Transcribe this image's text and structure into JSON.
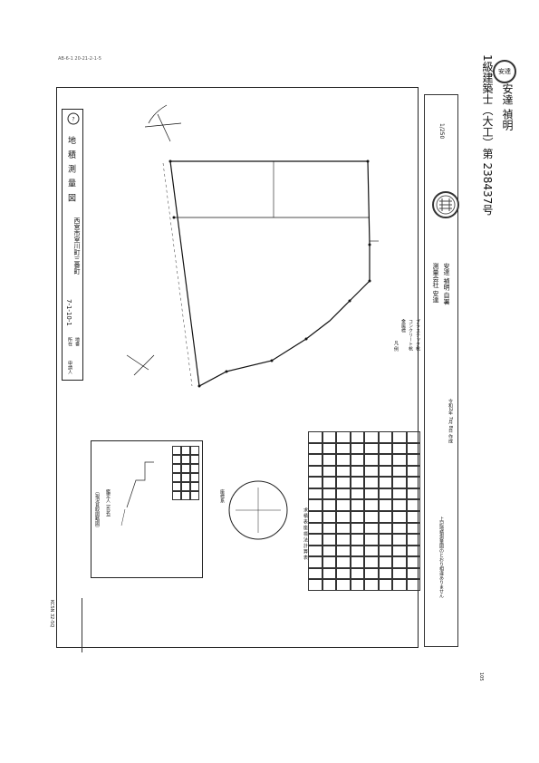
{
  "header": {
    "registration": "1級建築士（大工）第 238437号",
    "name": "安達 禎明",
    "stamp_text": "安達"
  },
  "top_left_note": "AB-6-1 20-21-2-1-5",
  "plan": {
    "title": "地 積 測 量 図",
    "scale": "1/250",
    "location_label": "所在",
    "location": "西宮市室川町三番町",
    "lot_label": "地番",
    "lot": "7-1-10-1",
    "surveyor_label": "申請人",
    "surveyor_company": "測量会社 安達",
    "surveyor_person": "安達 禎明 自署",
    "date": "令和2年 7月 8日 作成"
  },
  "legend": {
    "title": "凡 例",
    "items": [
      "金属標",
      "コンクリート杭",
      "プラスチック杭"
    ]
  },
  "lower_left": {
    "title": "〔現況見取図略図〕",
    "caption": "鑑定人 (氏名)"
  },
  "circle": {
    "label": "座標系"
  },
  "table": {
    "title": "求 積 表 座 標 法 計 算 表"
  },
  "bottom_note": "上記地積測量図のとおり相違ありません",
  "footer_left": "KCSN 32-5Q",
  "page_number": "105"
}
